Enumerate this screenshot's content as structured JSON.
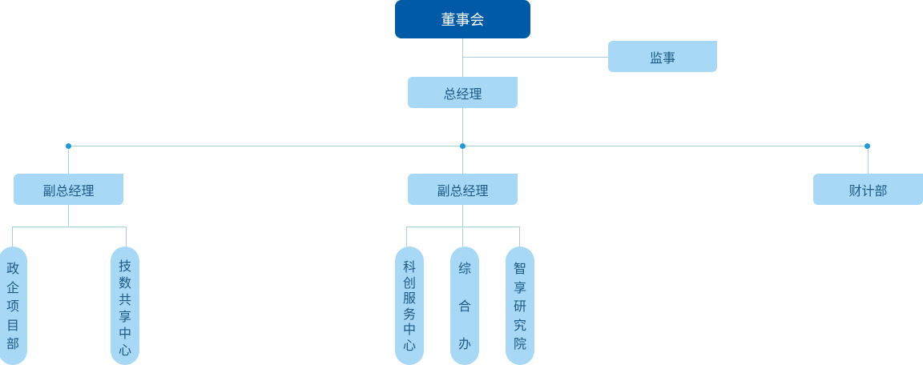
{
  "org_chart": {
    "board": "董事会",
    "supervisor": "监事",
    "general_manager": "总经理",
    "deputy_left": "副总经理",
    "deputy_center": "副总经理",
    "finance": "财计部",
    "departments": {
      "gov_enterprise": [
        "政",
        "企",
        "项",
        "目",
        "部"
      ],
      "tech_shared": [
        "技",
        "数",
        "共",
        "享",
        "中",
        "心"
      ],
      "innovation_service": [
        "科",
        "创",
        "服",
        "务",
        "中",
        "心"
      ],
      "general_office": [
        "综",
        "合",
        "办"
      ],
      "smart_research": [
        "智",
        "享",
        "研",
        "究",
        "院"
      ]
    }
  },
  "colors": {
    "board_fill": "#005aa8",
    "node_fill": "#a7d8f5",
    "connector": "#a9cfe0",
    "junction_dot": "#1e9ad6",
    "text": "#1d5a86"
  }
}
